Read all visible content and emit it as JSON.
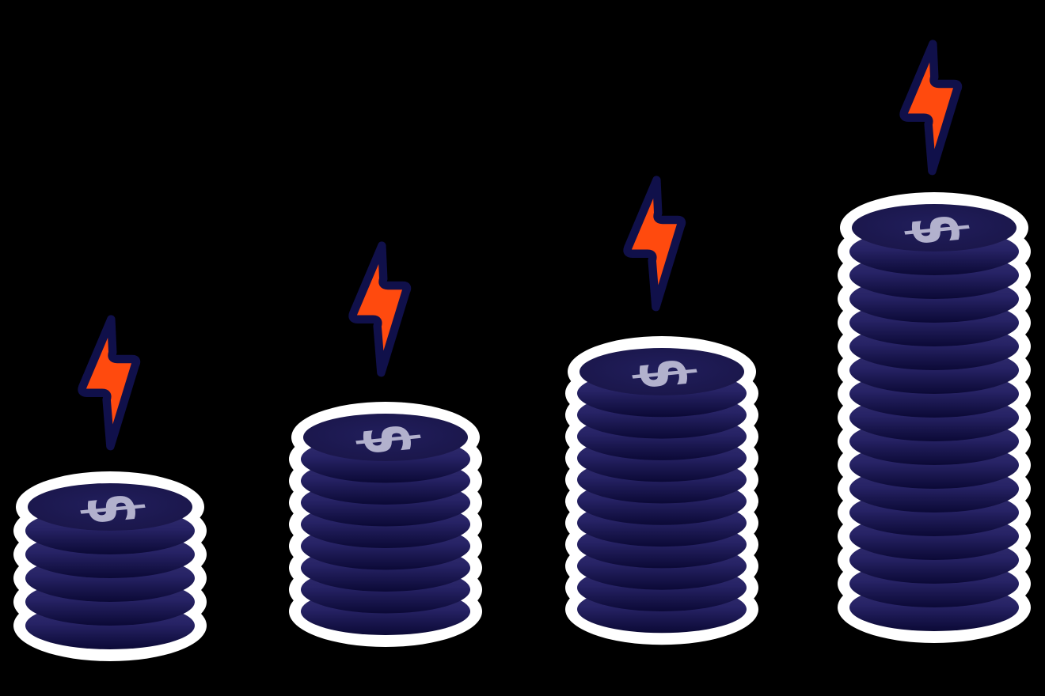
{
  "illustration": {
    "description": "Four coin stacks of increasing height, each with a lightning bolt above, on a black background",
    "currency_symbol": "$"
  },
  "colors": {
    "background": "#000000",
    "glow": "#ffffff",
    "coin_face_center": "#211e5c",
    "coin_face_edge": "#181445",
    "rim_light": "#343070",
    "rim_mid": "#272366",
    "rim_shadow": "#1a174f",
    "rim_dark": "#0b0936",
    "glyph": "#b2b1cd",
    "bolt_fill": "#ff4a0e",
    "bolt_outline": "#10104a"
  },
  "stacks": [
    {
      "id": "stack-1",
      "coins": 6,
      "bolt": true
    },
    {
      "id": "stack-2",
      "coins": 9,
      "bolt": true
    },
    {
      "id": "stack-3",
      "coins": 12,
      "bolt": true
    },
    {
      "id": "stack-4",
      "coins": 17,
      "bolt": true
    }
  ]
}
